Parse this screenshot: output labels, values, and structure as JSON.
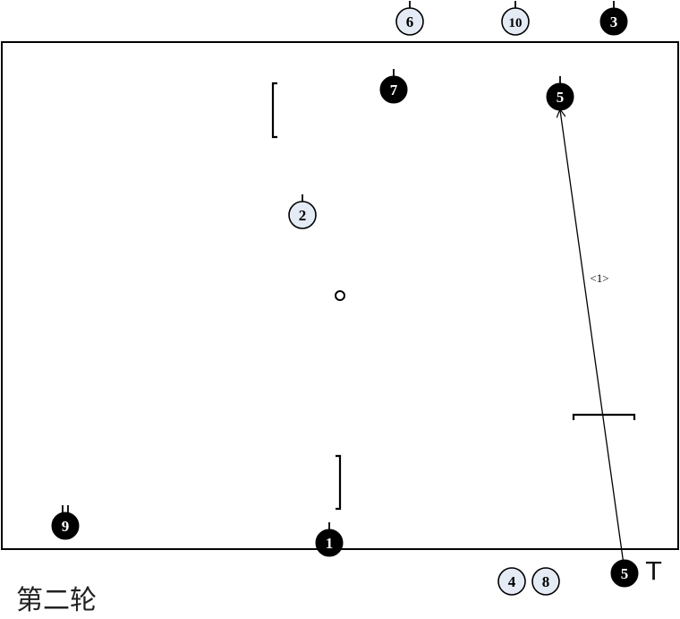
{
  "title": "第二轮",
  "tee_label": "T",
  "pass_label": "<1>",
  "players": [
    {
      "num": "1",
      "team": "dark"
    },
    {
      "num": "2",
      "team": "light"
    },
    {
      "num": "3",
      "team": "dark"
    },
    {
      "num": "4",
      "team": "light"
    },
    {
      "num": "5",
      "team": "dark"
    },
    {
      "num": "5",
      "team": "dark"
    },
    {
      "num": "6",
      "team": "light"
    },
    {
      "num": "7",
      "team": "dark"
    },
    {
      "num": "8",
      "team": "light"
    },
    {
      "num": "9",
      "team": "dark"
    },
    {
      "num": "10",
      "team": "light"
    }
  ],
  "colors": {
    "dark": "#000000",
    "light": "#e4ebf5",
    "line": "#000000"
  }
}
